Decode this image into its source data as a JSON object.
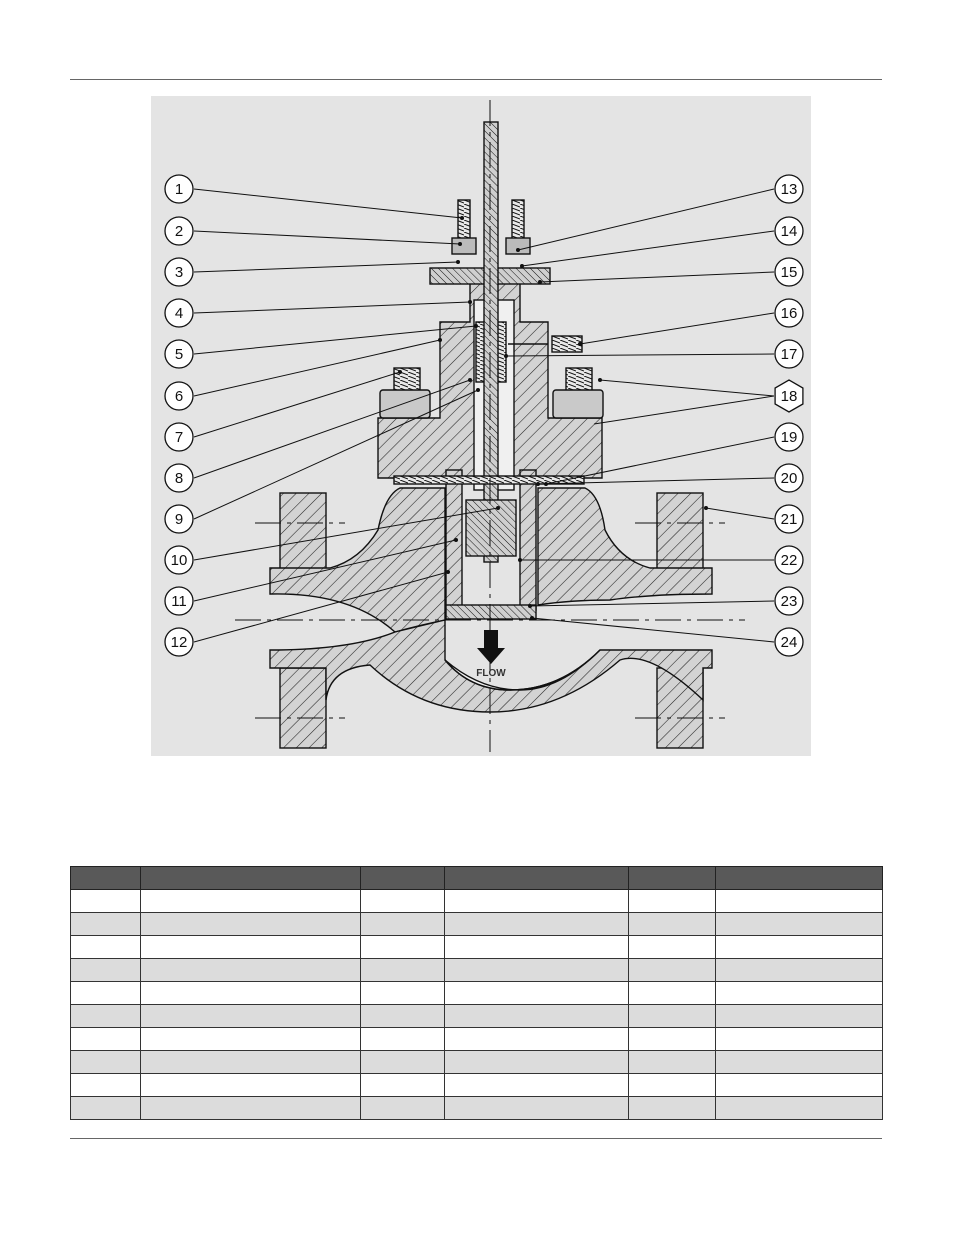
{
  "diagram": {
    "flow_label": "FLOW",
    "callouts": {
      "left": [
        "1",
        "2",
        "3",
        "4",
        "5",
        "6",
        "7",
        "8",
        "9",
        "10",
        "11",
        "12"
      ],
      "right": [
        "13",
        "14",
        "15",
        "16",
        "17",
        "18",
        "19",
        "20",
        "21",
        "22",
        "23",
        "24"
      ]
    },
    "hex_callout": "18"
  },
  "parts_table": {
    "headers": [
      "",
      "",
      "",
      "",
      "",
      ""
    ],
    "row_count": 10
  }
}
